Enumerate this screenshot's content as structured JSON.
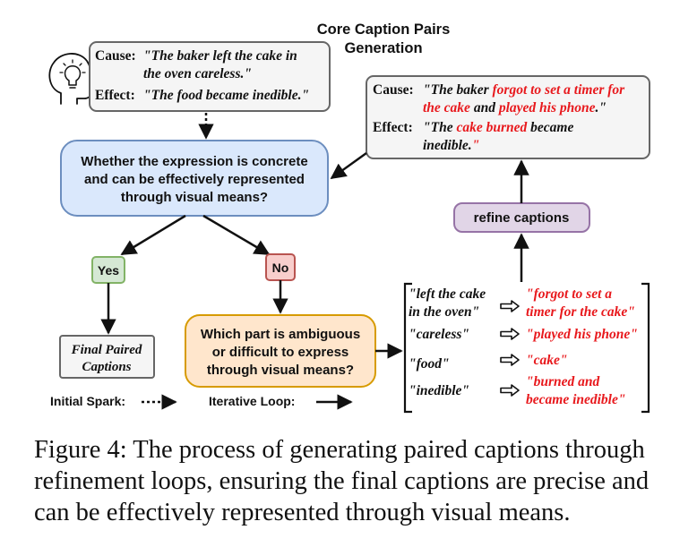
{
  "title": [
    "Core Caption Pairs",
    "Generation"
  ],
  "original_box": {
    "cause_label": "Cause:",
    "cause_lines": [
      "\"The baker left the cake in",
      "the oven careless.\""
    ],
    "effect_label": "Effect:",
    "effect_text": "\"The food became inedible.\""
  },
  "question_box": [
    "Whether the expression is concrete",
    "and can be effectively represented",
    "through visual means?"
  ],
  "yes_label": "Yes",
  "no_label": "No",
  "final_box": [
    "Final Paired",
    "Captions"
  ],
  "ambiguous_box": [
    "Which part is ambiguous",
    "or difficult to express",
    "through visual means?"
  ],
  "legend": {
    "spark": "Initial Spark:",
    "loop": "Iterative Loop:"
  },
  "refine_label": "refine captions",
  "refined_box": {
    "cause_label": "Cause:",
    "cause_line1": {
      "pre": "\"The baker ",
      "red": "forgot to set a timer for"
    },
    "cause_line2": {
      "red1": "the cake",
      "mid": " and ",
      "red2": "played his phone",
      "post": ".\""
    },
    "effect_label": "Effect:",
    "effect_line1": {
      "pre": "\"The ",
      "red": "cake burned",
      "post": " became"
    },
    "effect_line2": {
      "pre": "inedible.",
      "post": "\""
    }
  },
  "mapping": [
    {
      "from": [
        "\"left the cake",
        "in the oven\""
      ],
      "to": [
        "\"forgot to set a",
        "timer for the cake\""
      ]
    },
    {
      "from": [
        "\"careless\""
      ],
      "to": [
        "\"played his phone\""
      ]
    },
    {
      "from": [
        "\"food\""
      ],
      "to": [
        "\"cake\""
      ]
    },
    {
      "from": [
        "\"inedible\""
      ],
      "to": [
        "\"burned and",
        "became inedible\""
      ]
    }
  ],
  "figure_caption": "Figure 4: The process of generating paired captions through refinement loops, ensuring the final captions are precise and can be effectively represented through visual means.",
  "colors": {
    "question_fill": "#dae8fc",
    "question_stroke": "#6c8ebf",
    "yes_fill": "#d5e8d4",
    "yes_stroke": "#82b366",
    "no_fill": "#f8cecc",
    "no_stroke": "#b85450",
    "ambiguous_fill": "#ffe6cc",
    "ambiguous_stroke": "#d79b00",
    "refine_fill": "#e1d5e7",
    "refine_stroke": "#9673a6",
    "neutral_fill": "#f5f5f5",
    "neutral_stroke": "#666666",
    "highlight": "#e8191d"
  },
  "icons": {
    "head": "head-lightbulb-icon"
  }
}
